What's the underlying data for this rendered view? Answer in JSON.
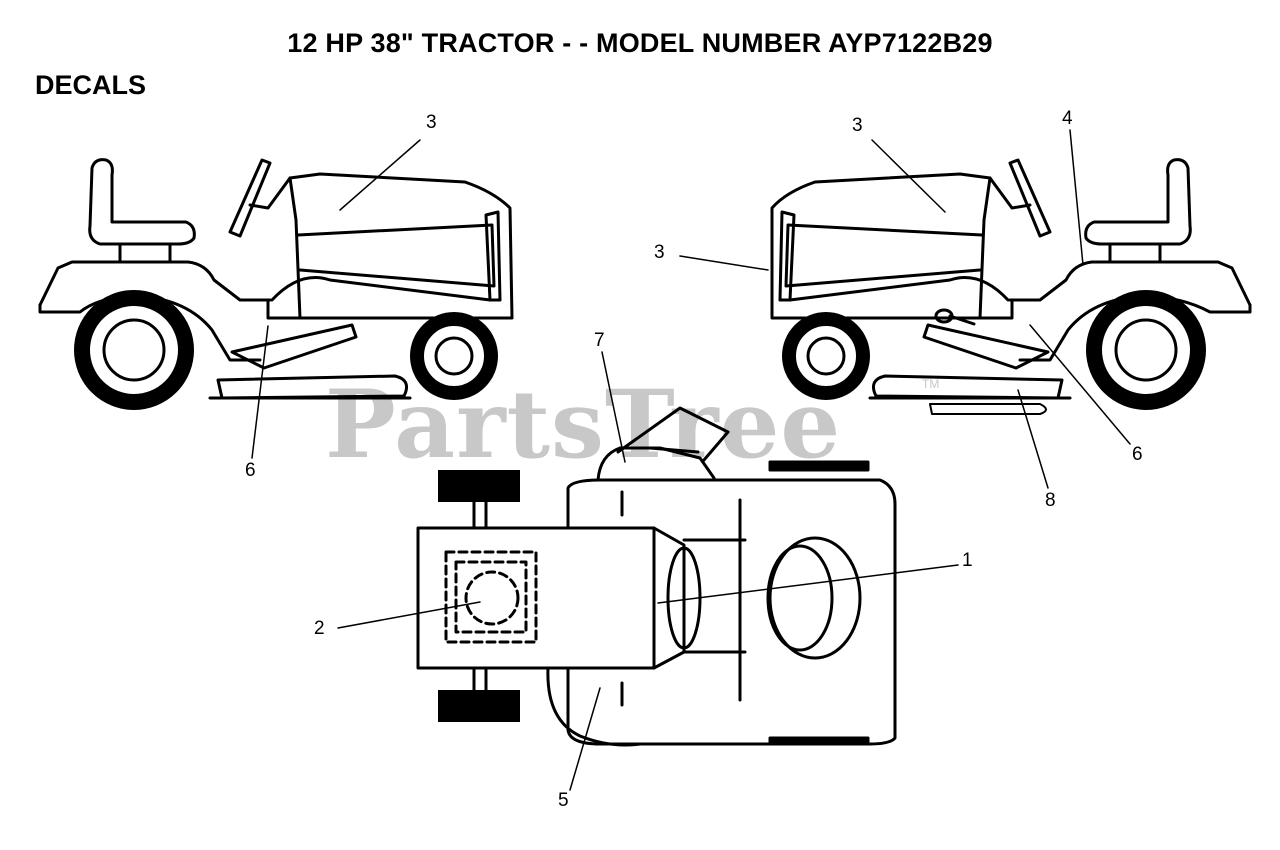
{
  "header": {
    "title": "12 HP 38\" TRACTOR - - MODEL NUMBER AYP7122B29",
    "section": "DECALS"
  },
  "watermark": {
    "text": "PartsTree",
    "tm": "TM"
  },
  "callouts": {
    "c1": "1",
    "c2": "2",
    "c3a": "3",
    "c3b": "3",
    "c3c": "3",
    "c4": "4",
    "c5": "5",
    "c6a": "6",
    "c6b": "6",
    "c7": "7",
    "c8": "8"
  },
  "colors": {
    "ink": "#000000",
    "watermark": "#c8c8c8"
  }
}
